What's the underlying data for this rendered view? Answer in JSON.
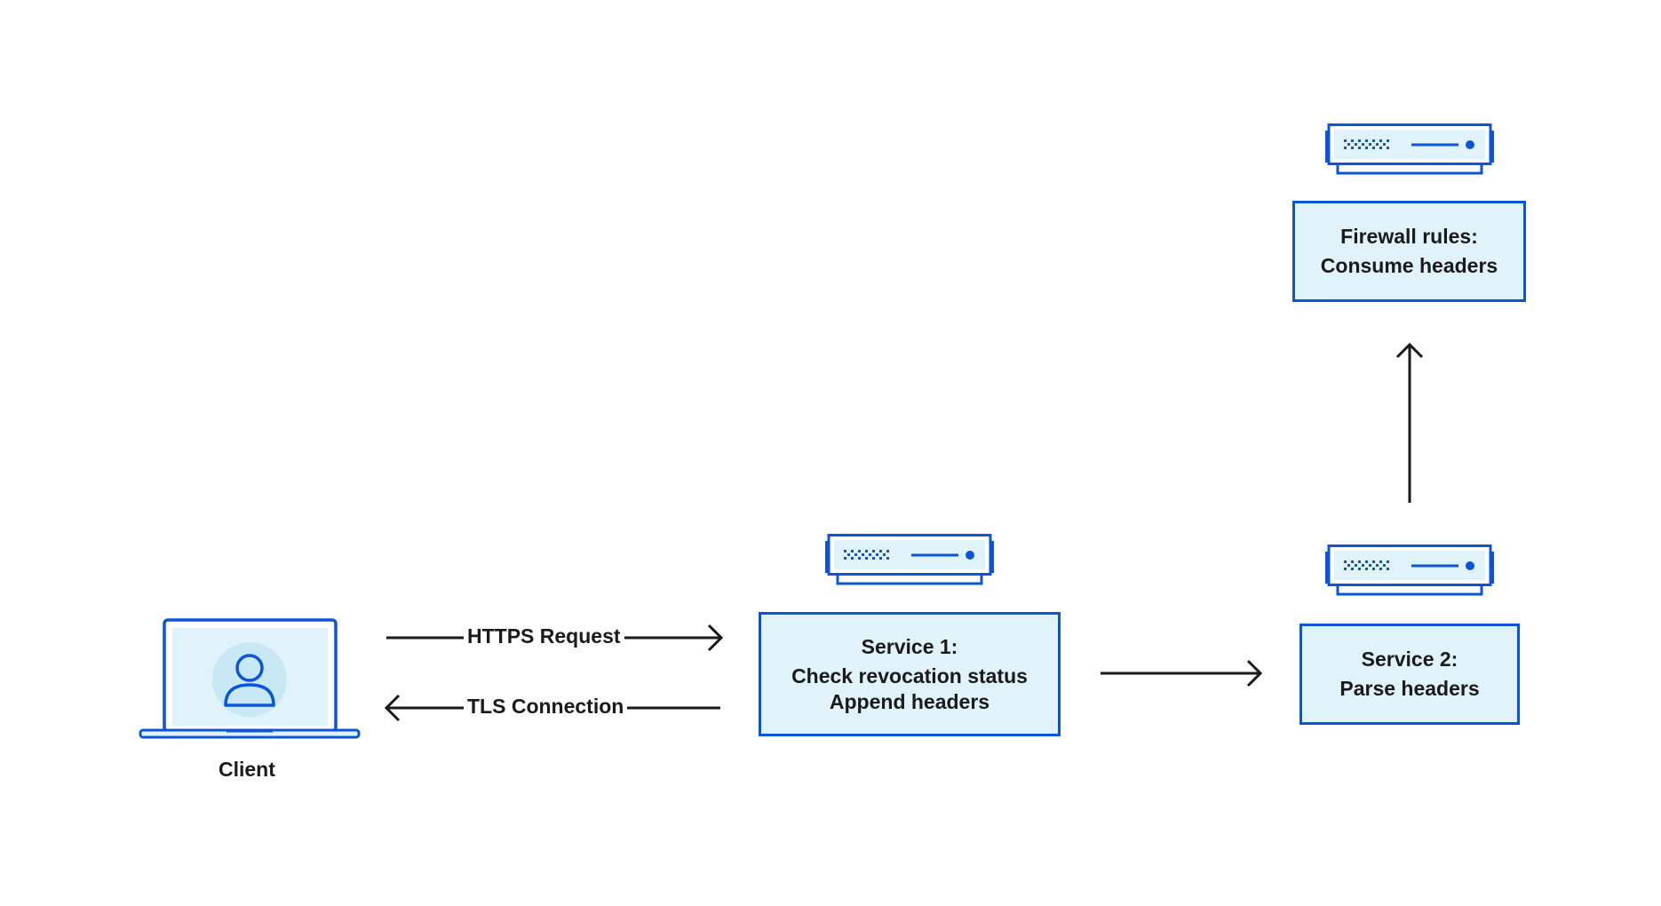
{
  "client": {
    "label": "Client",
    "icon": "laptop-user-icon"
  },
  "connections": {
    "https_request": "HTTPS Request",
    "tls_connection": "TLS Connection"
  },
  "service1": {
    "line1": "Service 1:",
    "line2": "Check revocation status",
    "line3": "Append headers",
    "icon": "server-icon"
  },
  "service2": {
    "line1": "Service 2:",
    "line2": "Parse headers",
    "icon": "server-icon"
  },
  "firewall": {
    "line1": "Firewall rules:",
    "line2": "Consume headers",
    "icon": "server-icon"
  },
  "colors": {
    "accent": "#0b55d9",
    "box_fill": "#e1f3fa",
    "line": "#1a1a1a"
  }
}
